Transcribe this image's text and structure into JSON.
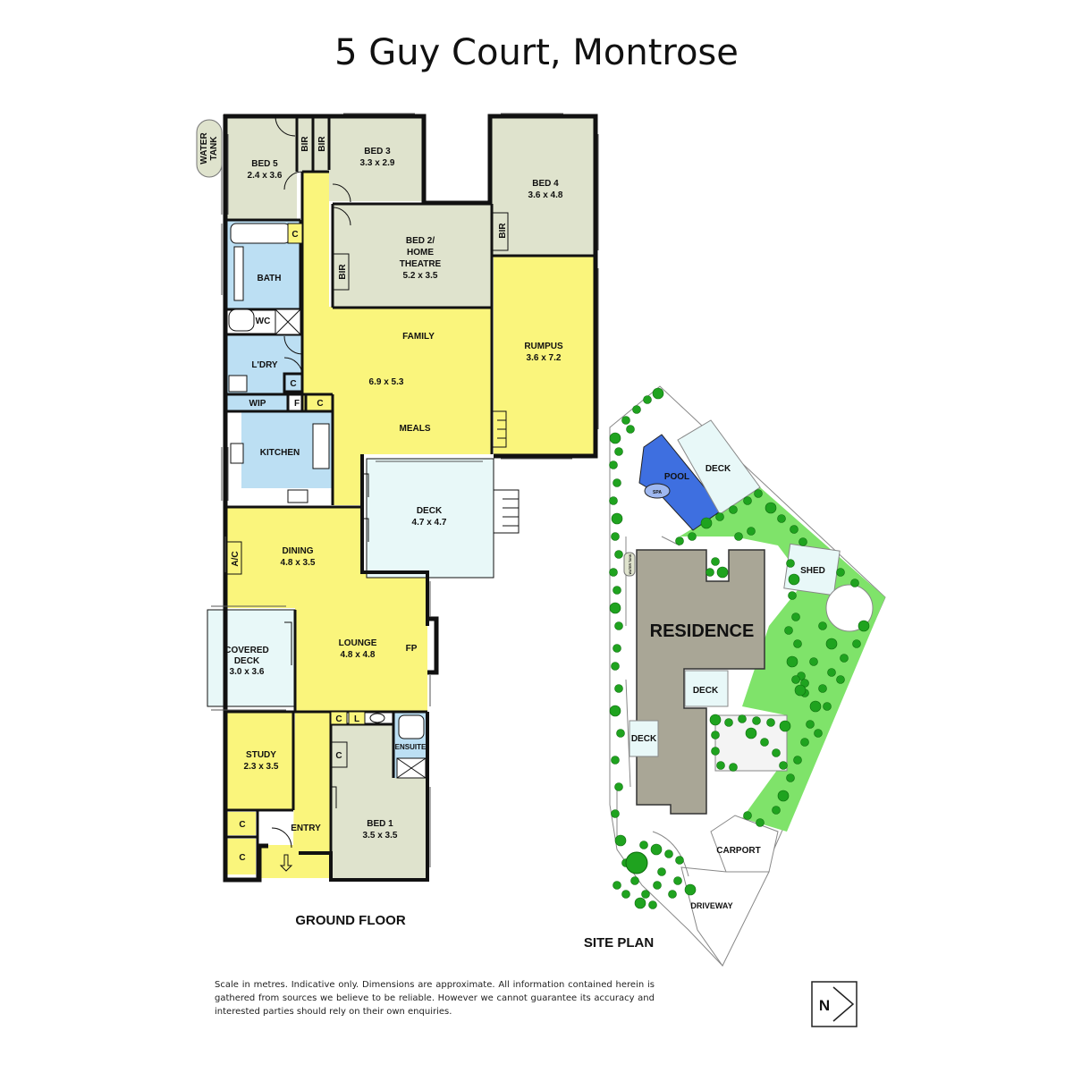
{
  "title": "5 Guy Court, Montrose",
  "colors": {
    "bedroom": "#dfe3cd",
    "living": "#faf57c",
    "wet": "#bcdff3",
    "outdoor": "#e8f8f8",
    "residence": "#a9a696",
    "lawn": "#7fe36a",
    "tree": "#1fa31f",
    "pool": "#3e6fe0"
  },
  "rooms": {
    "bed5": {
      "name": "BED 5",
      "dims": "2.4 x 3.6"
    },
    "bir1": "BIR",
    "bir2": "BIR",
    "bed3": {
      "name": "BED 3",
      "dims": "3.3 x 2.9"
    },
    "bed4": {
      "name": "BED 4",
      "dims": "3.6 x 4.8"
    },
    "bir3": "BIR",
    "bed2": {
      "line1": "BED 2/",
      "line2": "HOME",
      "line3": "THEATRE",
      "dims": "5.2 x 3.5"
    },
    "bir4": "BIR",
    "c1": "C",
    "bath": "BATH",
    "wc": "WC",
    "family": "FAMILY",
    "family_dims": "6.9 x 5.3",
    "meals": "MEALS",
    "rumpus": {
      "name": "RUMPUS",
      "dims": "3.6 x 7.2"
    },
    "laundry": "L'DRY",
    "c2": "C",
    "wip": "WIP",
    "f": "F",
    "c3": "C",
    "kitchen": "KITCHEN",
    "deck": {
      "name": "DECK",
      "dims": "4.7 x 4.7"
    },
    "ac": "A/C",
    "dining": {
      "name": "DINING",
      "dims": "4.8 x 3.5"
    },
    "covered_deck": {
      "line1": "COVERED",
      "line2": "DECK",
      "dims": "3.0 x 3.6"
    },
    "lounge": {
      "name": "LOUNGE",
      "dims": "4.8 x 4.8"
    },
    "fp": "FP",
    "c4": "C",
    "l": "L",
    "ensuite": "ENSUITE",
    "c5": "C",
    "study": {
      "name": "STUDY",
      "dims": "2.3 x 3.5"
    },
    "bed1": {
      "name": "BED 1",
      "dims": "3.5 x 3.5"
    },
    "c6": "C",
    "c7": "C",
    "entry": "ENTRY",
    "water_tank": {
      "line1": "WATER",
      "line2": "TANK"
    }
  },
  "labels": {
    "ground_floor": "GROUND FLOOR",
    "site_plan": "SITE PLAN"
  },
  "site": {
    "pool": "POOL",
    "spa": "SPA",
    "deck_top": "DECK",
    "shed": "SHED",
    "residence": "RESIDENCE",
    "deck_mid": "DECK",
    "deck_left": "DECK",
    "carport": "CARPORT",
    "driveway": "DRIVEWAY",
    "water_tank": "WATER TANK"
  },
  "compass": "N",
  "disclaimer": "Scale in metres. Indicative only. Dimensions are approximate. All information contained herein is gathered from sources we believe to be reliable. However we cannot guarantee its accuracy and interested parties should rely on their own enquiries."
}
